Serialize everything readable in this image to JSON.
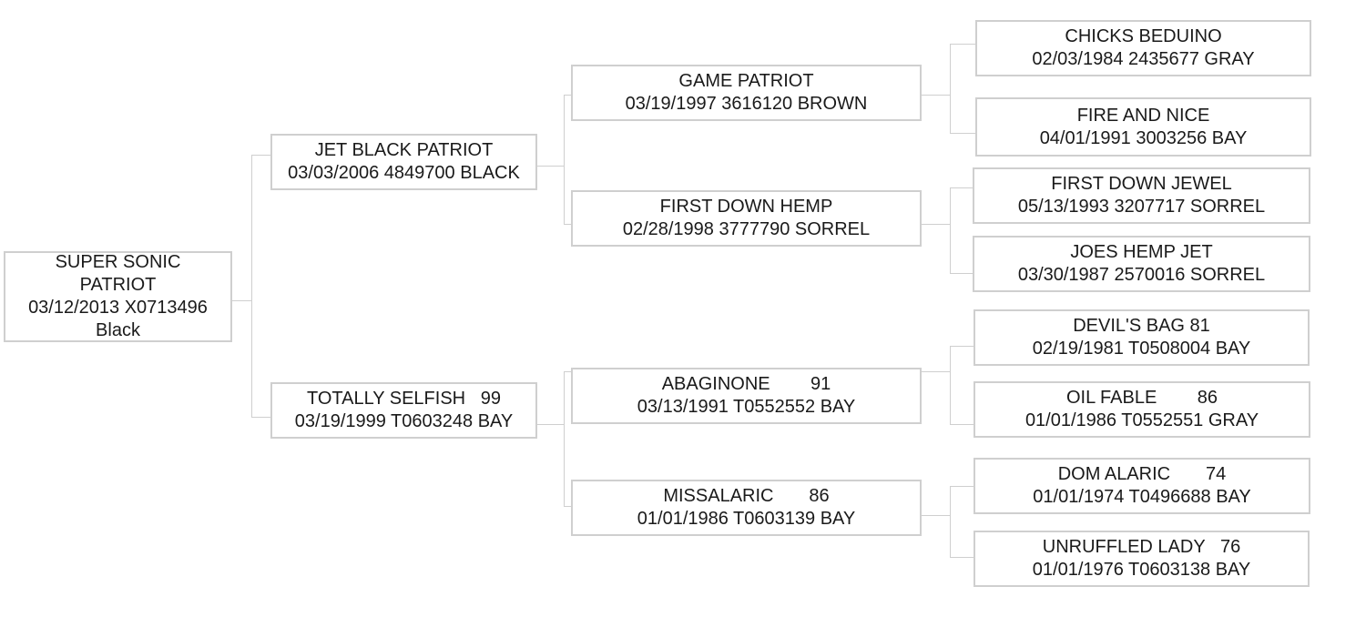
{
  "pedigree": {
    "subject": {
      "name_line1": "SUPER SONIC",
      "name_line2": "PATRIOT",
      "reg": "03/12/2013 X0713496",
      "color": "Black"
    },
    "sire": {
      "name": "JET BLACK PATRIOT",
      "info": "03/03/2006 4849700 BLACK"
    },
    "dam": {
      "name": "TOTALLY SELFISH   99",
      "info": "03/19/1999 T0603248 BAY"
    },
    "sire_sire": {
      "name": "GAME PATRIOT",
      "info": "03/19/1997 3616120 BROWN"
    },
    "sire_dam": {
      "name": "FIRST DOWN HEMP",
      "info": "02/28/1998 3777790 SORREL"
    },
    "dam_sire": {
      "name": "ABAGINONE        91",
      "info": "03/13/1991 T0552552 BAY"
    },
    "dam_dam": {
      "name": "MISSALARIC       86",
      "info": "01/01/1986 T0603139 BAY"
    },
    "ggp": [
      {
        "name": "CHICKS BEDUINO",
        "info": "02/03/1984 2435677 GRAY"
      },
      {
        "name": "FIRE AND NICE",
        "info": "04/01/1991 3003256 BAY"
      },
      {
        "name": "FIRST DOWN JEWEL",
        "info": "05/13/1993 3207717 SORREL"
      },
      {
        "name": "JOES HEMP JET",
        "info": "03/30/1987 2570016 SORREL"
      },
      {
        "name": "DEVIL'S BAG 81",
        "info": "02/19/1981 T0508004 BAY"
      },
      {
        "name": "OIL FABLE        86",
        "info": "01/01/1986 T0552551 GRAY"
      },
      {
        "name": "DOM ALARIC       74",
        "info": "01/01/1974 T0496688 BAY"
      },
      {
        "name": "UNRUFFLED LADY   76",
        "info": "01/01/1976 T0603138 BAY"
      }
    ]
  }
}
